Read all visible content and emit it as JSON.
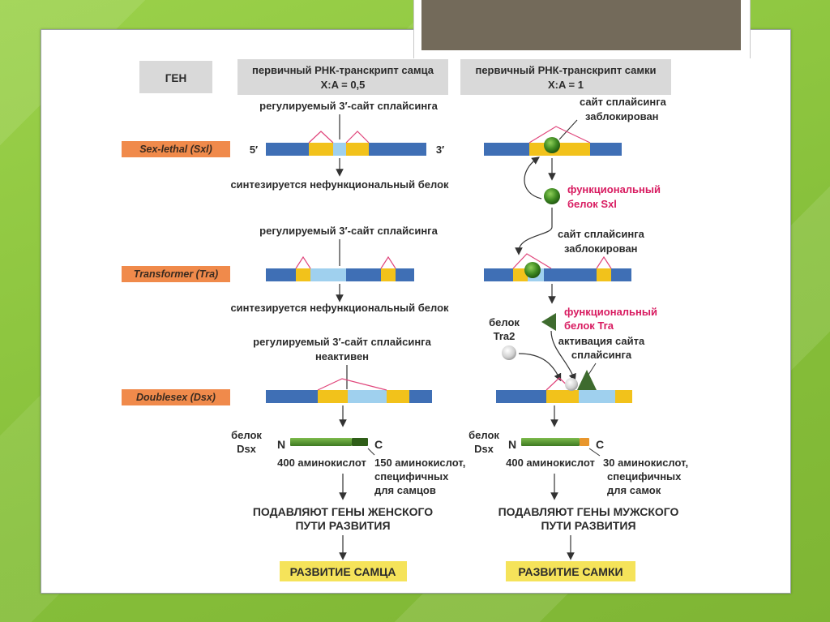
{
  "header": {
    "gene_label": "ГЕН",
    "male_line1": "первичный РНК-транскрипт самца",
    "male_line2": "X:A = 0,5",
    "female_line1": "первичный РНК-транскрипт самки",
    "female_line2": "X:A = 1"
  },
  "genes": {
    "sxl": "Sex-lethal (Sxl)",
    "tra": "Transformer (Tra)",
    "dsx": "Doublesex (Dsx)"
  },
  "male": {
    "sxl_site": "регулируемый 3′-сайт сплайсинга",
    "end5": "5′",
    "end3": "3′",
    "sxl_result": "синтезируется нефункциональный белок",
    "tra_site": "регулируемый 3′-сайт сплайсинга",
    "tra_result": "синтезируется нефункциональный белок",
    "dsx_site_line1": "регулируемый 3′-сайт сплайсинга",
    "dsx_site_line2": "неактивен",
    "protein_line1": "белок",
    "protein_line2": "Dsx",
    "n": "N",
    "c": "C",
    "aa400": "400 аминокислот",
    "aa_spec_line1": "150 аминокислот,",
    "aa_spec_line2": "специфичных",
    "aa_spec_line3": "для самцов",
    "suppress_line1": "ПОДАВЛЯЮТ ГЕНЫ ЖЕНСКОГО",
    "suppress_line2": "ПУТИ РАЗВИТИЯ",
    "outcome": "РАЗВИТИЕ САМЦА"
  },
  "female": {
    "sxl_blocked_line1": "сайт сплайсинга",
    "sxl_blocked_line2": "заблокирован",
    "func_sxl_line1": "функциональный",
    "func_sxl_line2": "белок Sxl",
    "tra_blocked_line1": "сайт сплайсинга",
    "tra_blocked_line2": "заблокирован",
    "tra2_line1": "белок",
    "tra2_line2": "Tra2",
    "func_tra_line1": "функциональный",
    "func_tra_line2": "белок Tra",
    "activation_line1": "активация сайта",
    "activation_line2": "сплайсинга",
    "protein_line1": "белок",
    "protein_line2": "Dsx",
    "n": "N",
    "c": "C",
    "aa400": "400 аминокислот",
    "aa_spec_line1": "30 аминокислот,",
    "aa_spec_line2": "специфичных",
    "aa_spec_line3": "для самок",
    "suppress_line1": "ПОДАВЛЯЮТ ГЕНЫ МУЖСКОГО",
    "suppress_line2": "ПУТИ РАЗВИТИЯ",
    "outcome": "РАЗВИТИЕ САМКИ"
  },
  "colors": {
    "exon_blue": "#3f6fb5",
    "exon_yellow": "#f2c21b",
    "exon_lightblue": "#9fd0ee",
    "intron_line": "#e0457b",
    "gene_tag": "#f08a4b",
    "header_box": "#d9d9d9",
    "outcome_box": "#f5e35a",
    "protein_green": "#4c8a2c",
    "magenta_text": "#d81b60"
  }
}
